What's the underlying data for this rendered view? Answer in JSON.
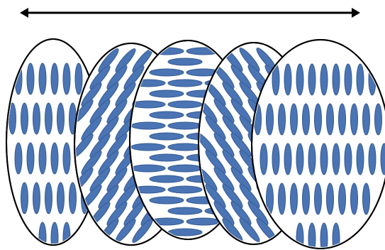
{
  "diagram": {
    "arrow": {
      "direction": "horizontal",
      "heads": "both",
      "color": "#000000"
    },
    "ellipse_style": {
      "fill": "#ffffff",
      "stroke": "#000000"
    },
    "mark_style": {
      "fill": "#4a74b3",
      "stroke": "#355a92"
    },
    "panels": [
      {
        "name": "panel-1",
        "mark_angle_deg": 0
      },
      {
        "name": "panel-2",
        "mark_angle_deg": 45
      },
      {
        "name": "panel-3",
        "mark_angle_deg": 90
      },
      {
        "name": "panel-4",
        "mark_angle_deg": 135
      },
      {
        "name": "panel-5",
        "mark_angle_deg": 0
      }
    ]
  }
}
